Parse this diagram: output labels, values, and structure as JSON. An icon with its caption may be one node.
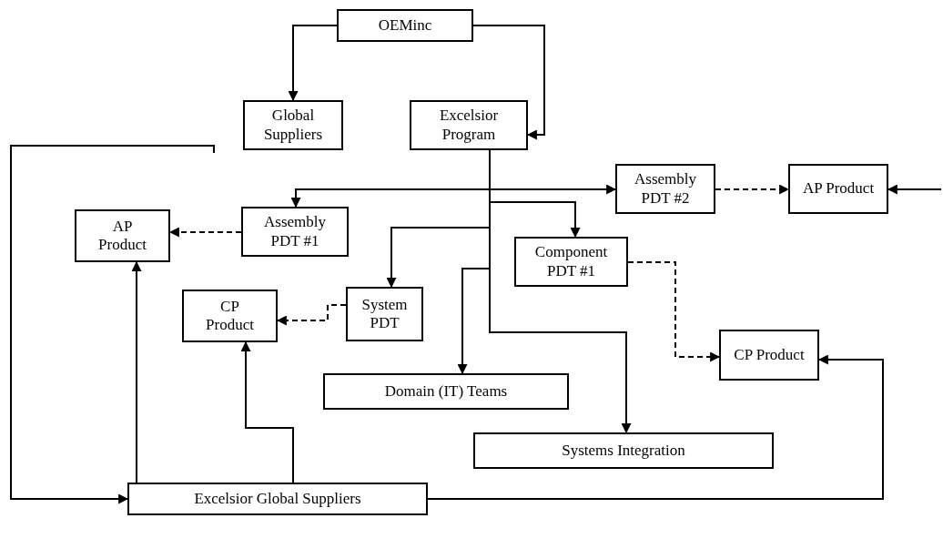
{
  "diagram": {
    "nodes": [
      {
        "text": [
          "OEMinc"
        ]
      },
      {
        "text": [
          "Global Suppliers"
        ]
      },
      {
        "text": [
          "Excelsior Program"
        ]
      },
      {
        "text": [
          "Assembly PDT #2"
        ]
      },
      {
        "text": [
          "AP Product"
        ]
      },
      {
        "text": [
          "AP Product"
        ]
      },
      {
        "text": [
          "Assembly PDT #1"
        ]
      },
      {
        "text": [
          "Component PDT #1"
        ]
      },
      {
        "text": [
          "System PDT"
        ]
      },
      {
        "text": [
          "CP Product"
        ]
      },
      {
        "text": [
          "CP Product"
        ]
      },
      {
        "text": [
          "Domain (IT) Teams"
        ]
      },
      {
        "text": [
          "Systems Integration"
        ]
      },
      {
        "text": [
          "Excelsior Global Suppliers"
        ]
      }
    ],
    "edges": [
      {
        "from": 0,
        "to": 1,
        "arrow": "to"
      },
      {
        "from": 0,
        "to": 2,
        "arrow": "to"
      },
      {
        "from": 2,
        "to": 3,
        "arrow": "to"
      },
      {
        "from": 2,
        "to": 6,
        "arrow": "to"
      },
      {
        "from": 2,
        "to": 7,
        "arrow": "to"
      },
      {
        "from": 2,
        "to": 8,
        "arrow": "to"
      },
      {
        "from": 2,
        "to": 11,
        "arrow": "to"
      },
      {
        "from": 2,
        "to": 12,
        "arrow": "to"
      },
      {
        "from": 3,
        "to": 4,
        "arrow": "to",
        "style": "dashed"
      },
      {
        "from": 6,
        "to": 5,
        "arrow": "to",
        "style": "dashed"
      },
      {
        "from": 8,
        "to": 9,
        "arrow": "to",
        "style": "dashed"
      },
      {
        "from": 7,
        "to": 10,
        "arrow": "to",
        "style": "dashed"
      },
      {
        "from": null,
        "to": 4,
        "arrow": "to"
      },
      {
        "from": null,
        "to": 13,
        "arrow": "to"
      },
      {
        "from": 13,
        "to": 5,
        "arrow": "to"
      },
      {
        "from": 13,
        "to": 9,
        "arrow": "to"
      },
      {
        "from": 13,
        "to": 10,
        "arrow": "to"
      }
    ]
  }
}
